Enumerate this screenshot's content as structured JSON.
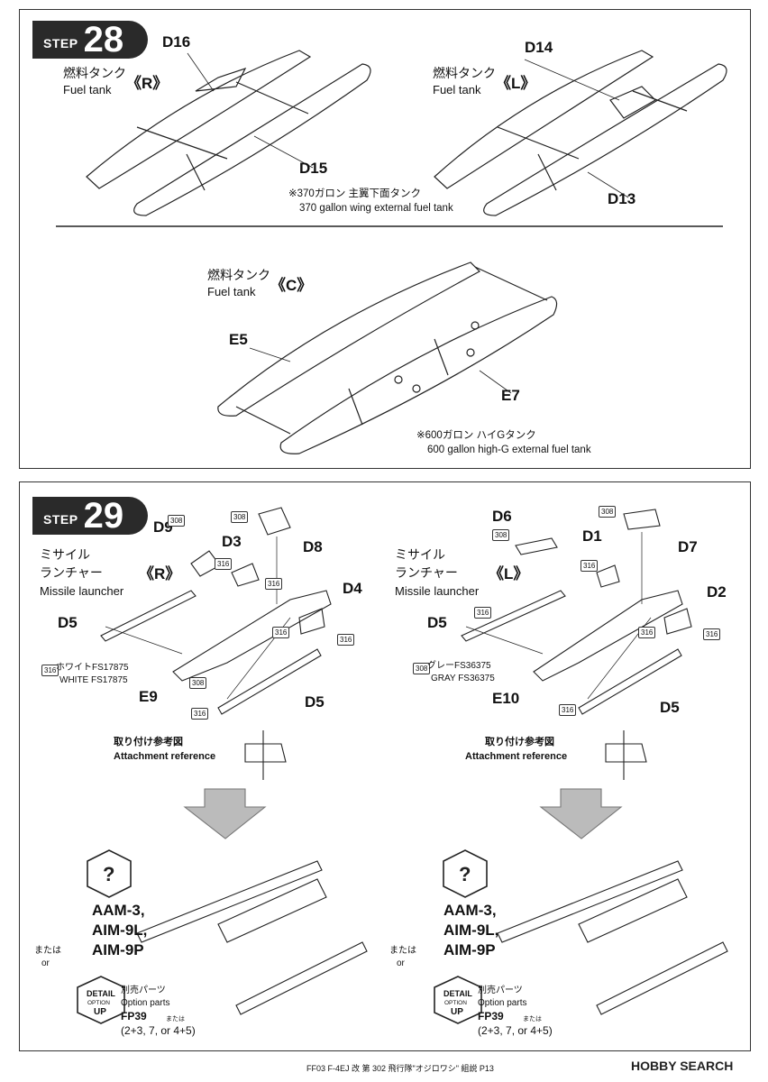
{
  "step28": {
    "step_word": "STEP",
    "step_number": "28",
    "tank_r_jp": "燃料タンク",
    "tank_r_en": "Fuel tank",
    "tank_r_tag": "《R》",
    "tank_l_jp": "燃料タンク",
    "tank_l_en": "Fuel tank",
    "tank_l_tag": "《L》",
    "tank_c_jp": "燃料タンク",
    "tank_c_en": "Fuel tank",
    "tank_c_tag": "《C》",
    "parts": {
      "d16": "D16",
      "d15": "D15",
      "d14": "D14",
      "d13": "D13",
      "e5": "E5",
      "e7": "E7"
    },
    "note_370_jp": "※370ガロン 主翼下面タンク",
    "note_370_en": "370 gallon wing external fuel tank",
    "note_600_jp": "※600ガロン ハイGタンク",
    "note_600_en": "600 gallon high-G external fuel tank"
  },
  "step29": {
    "step_word": "STEP",
    "step_number": "29",
    "left": {
      "title_jp1": "ミサイル",
      "title_jp2": "ランチャー",
      "title_tag": "《R》",
      "title_en": "Missile launcher",
      "parts": {
        "d9": "D9",
        "d3": "D3",
        "d8": "D8",
        "d4": "D4",
        "d5a": "D5",
        "d5b": "D5",
        "e9": "E9"
      },
      "codes": [
        "308",
        "308",
        "316",
        "316",
        "316",
        "316",
        "308",
        "316"
      ],
      "color_jp": "ホワイトFS17875",
      "color_en": "WHITE FS17875",
      "color_code": "316",
      "ref_jp": "取り付け参考図",
      "ref_en": "Attachment reference",
      "missile_lines": [
        "AAM-3,",
        "AIM-9L,",
        "AIM-9P"
      ],
      "or_jp": "または",
      "or_en": "or",
      "detail_top": "DETAIL",
      "detail_mid": "OPTION",
      "detail_bot": "UP",
      "option_jp": "別売パーツ",
      "option_en": "Option parts",
      "option_code": "FP39",
      "option_combo": "(2+3, 7, or 4+5)",
      "option_small": "または"
    },
    "right": {
      "title_jp1": "ミサイル",
      "title_jp2": "ランチャー",
      "title_tag": "《L》",
      "title_en": "Missile launcher",
      "parts": {
        "d6": "D6",
        "d1": "D1",
        "d7": "D7",
        "d2": "D2",
        "d5a": "D5",
        "d5b": "D5",
        "e10": "E10"
      },
      "codes": [
        "308",
        "308",
        "316",
        "316",
        "316",
        "316",
        "316"
      ],
      "color_jp": "グレーFS36375",
      "color_en": "GRAY FS36375",
      "color_code": "308",
      "ref_jp": "取り付け参考図",
      "ref_en": "Attachment reference",
      "missile_lines": [
        "AAM-3,",
        "AIM-9L,",
        "AIM-9P"
      ],
      "or_jp": "または",
      "or_en": "or",
      "detail_top": "DETAIL",
      "detail_mid": "OPTION",
      "detail_bot": "UP",
      "option_jp": "別売パーツ",
      "option_en": "Option parts",
      "option_code": "FP39",
      "option_combo": "(2+3, 7, or 4+5)",
      "option_small": "または"
    }
  },
  "footer": {
    "page_text": "FF03 F-4EJ 改 第 302 飛行隊\"オジロワシ\" 組説 P13",
    "watermark": "HOBBY SEARCH"
  }
}
